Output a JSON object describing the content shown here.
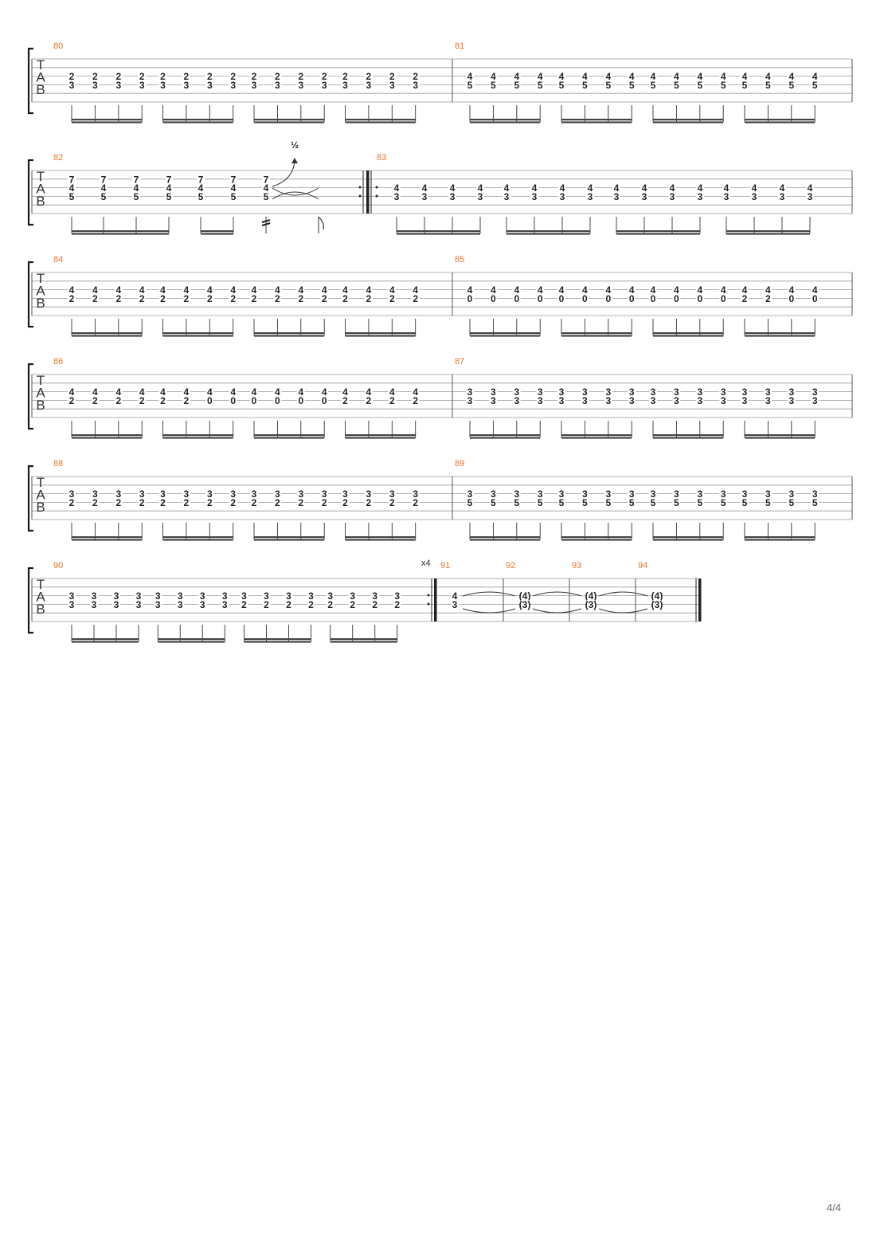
{
  "page": {
    "page_number": "4/4"
  },
  "tab_clef": [
    "T",
    "A",
    "B"
  ],
  "systems": [
    {
      "measures": [
        {
          "number": "80",
          "beams": [
            4,
            4,
            4,
            4
          ],
          "notes": [
            [
              "2",
              "3"
            ],
            [
              "2",
              "3"
            ],
            [
              "2",
              "3"
            ],
            [
              "2",
              "3"
            ],
            [
              "2",
              "3"
            ],
            [
              "2",
              "3"
            ],
            [
              "2",
              "3"
            ],
            [
              "2",
              "3"
            ],
            [
              "2",
              "3"
            ],
            [
              "2",
              "3"
            ],
            [
              "2",
              "3"
            ],
            [
              "2",
              "3"
            ],
            [
              "2",
              "3"
            ],
            [
              "2",
              "3"
            ],
            [
              "2",
              "3"
            ],
            [
              "2",
              "3"
            ]
          ]
        },
        {
          "number": "81",
          "beams": [
            4,
            4,
            4,
            4
          ],
          "notes": [
            [
              "4",
              "5"
            ],
            [
              "4",
              "5"
            ],
            [
              "4",
              "5"
            ],
            [
              "4",
              "5"
            ],
            [
              "4",
              "5"
            ],
            [
              "4",
              "5"
            ],
            [
              "4",
              "5"
            ],
            [
              "4",
              "5"
            ],
            [
              "4",
              "5"
            ],
            [
              "4",
              "5"
            ],
            [
              "4",
              "5"
            ],
            [
              "4",
              "5"
            ],
            [
              "4",
              "5"
            ],
            [
              "4",
              "5"
            ],
            [
              "4",
              "5"
            ],
            [
              "4",
              "5"
            ]
          ]
        }
      ]
    },
    {
      "measures": [
        {
          "number": "82",
          "bend": "½",
          "notes": [
            [
              "7",
              "4",
              "5"
            ],
            [
              "7",
              "4",
              "5"
            ],
            [
              "7",
              "4",
              "5"
            ],
            [
              "7",
              "4",
              "5"
            ],
            [
              "7",
              "4",
              "5"
            ],
            [
              "7",
              "4",
              "5"
            ],
            [
              "7",
              "4",
              "5"
            ]
          ]
        },
        {
          "number": "83",
          "repeat_start": true,
          "beams": [
            4,
            4,
            4,
            4
          ],
          "notes": [
            [
              "4",
              "3"
            ],
            [
              "4",
              "3"
            ],
            [
              "4",
              "3"
            ],
            [
              "4",
              "3"
            ],
            [
              "4",
              "3"
            ],
            [
              "4",
              "3"
            ],
            [
              "4",
              "3"
            ],
            [
              "4",
              "3"
            ],
            [
              "4",
              "3"
            ],
            [
              "4",
              "3"
            ],
            [
              "4",
              "3"
            ],
            [
              "4",
              "3"
            ],
            [
              "4",
              "3"
            ],
            [
              "4",
              "3"
            ],
            [
              "4",
              "3"
            ],
            [
              "4",
              "3"
            ]
          ]
        }
      ]
    },
    {
      "measures": [
        {
          "number": "84",
          "beams": [
            4,
            4,
            4,
            4
          ],
          "notes": [
            [
              "4",
              "2"
            ],
            [
              "4",
              "2"
            ],
            [
              "4",
              "2"
            ],
            [
              "4",
              "2"
            ],
            [
              "4",
              "2"
            ],
            [
              "4",
              "2"
            ],
            [
              "4",
              "2"
            ],
            [
              "4",
              "2"
            ],
            [
              "4",
              "2"
            ],
            [
              "4",
              "2"
            ],
            [
              "4",
              "2"
            ],
            [
              "4",
              "2"
            ],
            [
              "4",
              "2"
            ],
            [
              "4",
              "2"
            ],
            [
              "4",
              "2"
            ],
            [
              "4",
              "2"
            ]
          ]
        },
        {
          "number": "85",
          "beams": [
            4,
            4,
            4,
            4
          ],
          "notes": [
            [
              "4",
              "0"
            ],
            [
              "4",
              "0"
            ],
            [
              "4",
              "0"
            ],
            [
              "4",
              "0"
            ],
            [
              "4",
              "0"
            ],
            [
              "4",
              "0"
            ],
            [
              "4",
              "0"
            ],
            [
              "4",
              "0"
            ],
            [
              "4",
              "0"
            ],
            [
              "4",
              "0"
            ],
            [
              "4",
              "0"
            ],
            [
              "4",
              "0"
            ],
            [
              "4",
              "2"
            ],
            [
              "4",
              "2"
            ],
            [
              "4",
              "0"
            ],
            [
              "4",
              "0"
            ]
          ]
        }
      ]
    },
    {
      "measures": [
        {
          "number": "86",
          "beams": [
            4,
            4,
            4,
            4
          ],
          "notes": [
            [
              "4",
              "2"
            ],
            [
              "4",
              "2"
            ],
            [
              "4",
              "2"
            ],
            [
              "4",
              "2"
            ],
            [
              "4",
              "2"
            ],
            [
              "4",
              "2"
            ],
            [
              "4",
              "0"
            ],
            [
              "4",
              "0"
            ],
            [
              "4",
              "0"
            ],
            [
              "4",
              "0"
            ],
            [
              "4",
              "0"
            ],
            [
              "4",
              "0"
            ],
            [
              "4",
              "2"
            ],
            [
              "4",
              "2"
            ],
            [
              "4",
              "2"
            ],
            [
              "4",
              "2"
            ]
          ]
        },
        {
          "number": "87",
          "beams": [
            4,
            4,
            4,
            4
          ],
          "notes": [
            [
              "3",
              "3"
            ],
            [
              "3",
              "3"
            ],
            [
              "3",
              "3"
            ],
            [
              "3",
              "3"
            ],
            [
              "3",
              "3"
            ],
            [
              "3",
              "3"
            ],
            [
              "3",
              "3"
            ],
            [
              "3",
              "3"
            ],
            [
              "3",
              "3"
            ],
            [
              "3",
              "3"
            ],
            [
              "3",
              "3"
            ],
            [
              "3",
              "3"
            ],
            [
              "3",
              "3"
            ],
            [
              "3",
              "3"
            ],
            [
              "3",
              "3"
            ],
            [
              "3",
              "3"
            ]
          ]
        }
      ]
    },
    {
      "measures": [
        {
          "number": "88",
          "beams": [
            4,
            4,
            4,
            4
          ],
          "notes": [
            [
              "3",
              "2"
            ],
            [
              "3",
              "2"
            ],
            [
              "3",
              "2"
            ],
            [
              "3",
              "2"
            ],
            [
              "3",
              "2"
            ],
            [
              "3",
              "2"
            ],
            [
              "3",
              "2"
            ],
            [
              "3",
              "2"
            ],
            [
              "3",
              "2"
            ],
            [
              "3",
              "2"
            ],
            [
              "3",
              "2"
            ],
            [
              "3",
              "2"
            ],
            [
              "3",
              "2"
            ],
            [
              "3",
              "2"
            ],
            [
              "3",
              "2"
            ],
            [
              "3",
              "2"
            ]
          ]
        },
        {
          "number": "89",
          "beams": [
            4,
            4,
            4,
            4
          ],
          "notes": [
            [
              "3",
              "5"
            ],
            [
              "3",
              "5"
            ],
            [
              "3",
              "5"
            ],
            [
              "3",
              "5"
            ],
            [
              "3",
              "5"
            ],
            [
              "3",
              "5"
            ],
            [
              "3",
              "5"
            ],
            [
              "3",
              "5"
            ],
            [
              "3",
              "5"
            ],
            [
              "3",
              "5"
            ],
            [
              "3",
              "5"
            ],
            [
              "3",
              "5"
            ],
            [
              "3",
              "5"
            ],
            [
              "3",
              "5"
            ],
            [
              "3",
              "5"
            ],
            [
              "3",
              "5"
            ]
          ]
        }
      ]
    },
    {
      "measures": [
        {
          "number": "90",
          "repeat_end": true,
          "repeat_count": "x4",
          "beams": [
            4,
            4,
            4,
            4
          ],
          "notes": [
            [
              "3",
              "3"
            ],
            [
              "3",
              "3"
            ],
            [
              "3",
              "3"
            ],
            [
              "3",
              "3"
            ],
            [
              "3",
              "3"
            ],
            [
              "3",
              "3"
            ],
            [
              "3",
              "3"
            ],
            [
              "3",
              "3"
            ],
            [
              "3",
              "2"
            ],
            [
              "3",
              "2"
            ],
            [
              "3",
              "2"
            ],
            [
              "3",
              "2"
            ],
            [
              "3",
              "2"
            ],
            [
              "3",
              "2"
            ],
            [
              "3",
              "2"
            ],
            [
              "3",
              "2"
            ]
          ]
        },
        {
          "number": "91",
          "notes": [
            [
              "4",
              "3"
            ]
          ]
        },
        {
          "number": "92",
          "notes": [
            [
              "(4)",
              "(3)"
            ]
          ]
        },
        {
          "number": "93",
          "notes": [
            [
              "(4)",
              "(3)"
            ]
          ]
        },
        {
          "number": "94",
          "final_bar": true,
          "notes": [
            [
              "(4)",
              "(3)"
            ]
          ]
        }
      ]
    }
  ]
}
